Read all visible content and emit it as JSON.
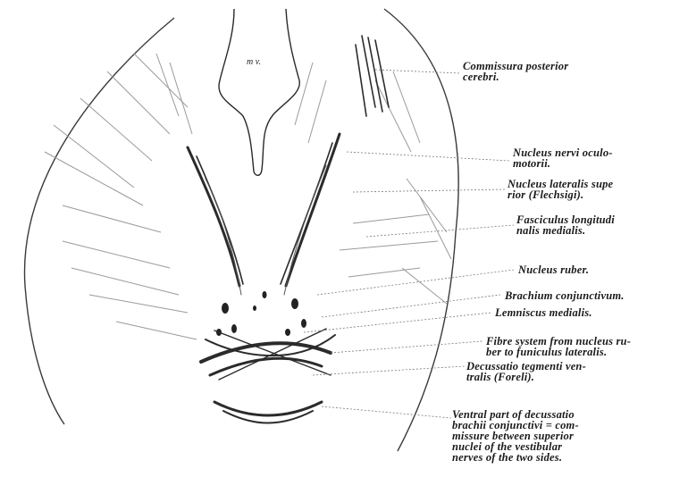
{
  "figure": {
    "ventricle_label": "m v.",
    "labels": [
      {
        "id": "commissura-posterior",
        "text": "Commissura posterior\ncerebri."
      },
      {
        "id": "nucleus-nervi-oculomotorii",
        "text": "Nucleus nervi oculo-\nmotorii."
      },
      {
        "id": "nucleus-lateralis-superior",
        "text": "Nucleus lateralis supe\nrior (Flechsigi)."
      },
      {
        "id": "fasciculus-longitudinalis",
        "text": "Fasciculus longitudi\nnalis medialis."
      },
      {
        "id": "nucleus-ruber",
        "text": "Nucleus ruber."
      },
      {
        "id": "brachium-conjunctivum",
        "text": "Brachium conjunctivum."
      },
      {
        "id": "lemniscus-medialis",
        "text": "Lemniscus medialis."
      },
      {
        "id": "fibre-system",
        "text": "Fibre system from nucleus ru-\nber to funiculus lateralis."
      },
      {
        "id": "decussatio-tegmenti",
        "text": "Decussatio tegmenti ven-\ntralis (Foreli)."
      },
      {
        "id": "ventral-part-decussatio",
        "text": "Ventral part of decussatio\nbrachii conjunctivi = com-\nmissure between superior\nnuclei of the vestibular\nnerves of the two sides."
      }
    ]
  }
}
